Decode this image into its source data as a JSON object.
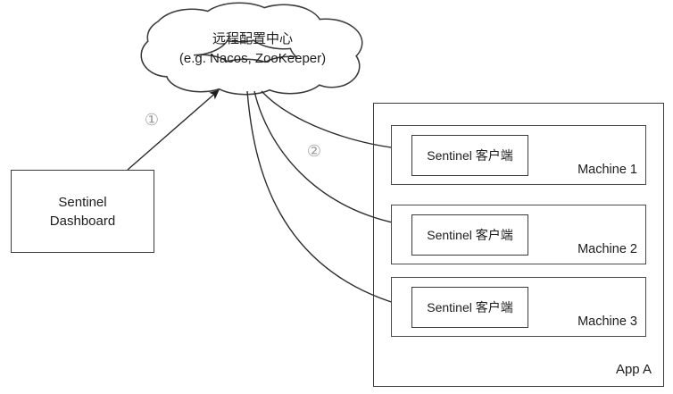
{
  "diagram": {
    "background": "#ffffff",
    "stroke_color": "#3a3a3a",
    "text_color": "#1c1c1c",
    "step_label_color": "#9e9e9e",
    "cloud": {
      "title": "远程配置中心",
      "subtitle": "(e.g. Nacos, ZooKeeper)"
    },
    "dashboard": {
      "line1": "Sentinel",
      "line2": "Dashboard"
    },
    "steps": {
      "step1": "①",
      "step2": "②"
    },
    "app": {
      "label": "App A",
      "machines": [
        {
          "name": "Machine 1",
          "client": "Sentinel 客户端"
        },
        {
          "name": "Machine 2",
          "client": "Sentinel 客户端"
        },
        {
          "name": "Machine 3",
          "client": "Sentinel 客户端"
        }
      ]
    }
  }
}
